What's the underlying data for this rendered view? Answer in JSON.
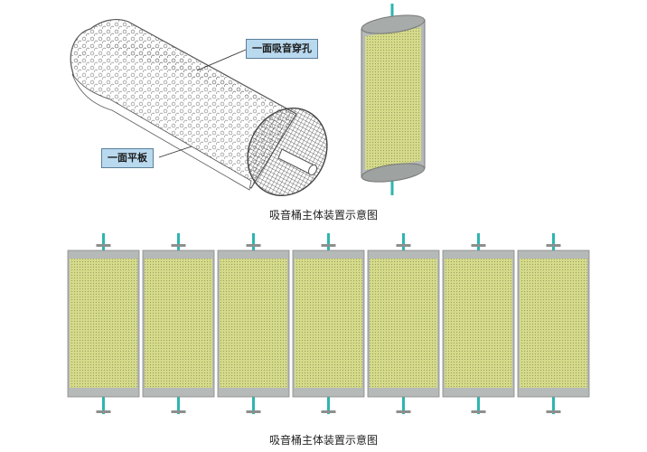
{
  "top_figure": {
    "callout_perforated": "一面吸音穿孔",
    "callout_flat": "一面平板",
    "caption": "吸音桶主体装置示意图"
  },
  "bottom_figure": {
    "caption": "吸音桶主体装置示意图",
    "cylinder_count": 7
  },
  "colors": {
    "panel_fill": "#d9df8e",
    "panel_edge": "#b5b9b8",
    "shaft": "#2fb5b0",
    "outline": "#555555"
  }
}
